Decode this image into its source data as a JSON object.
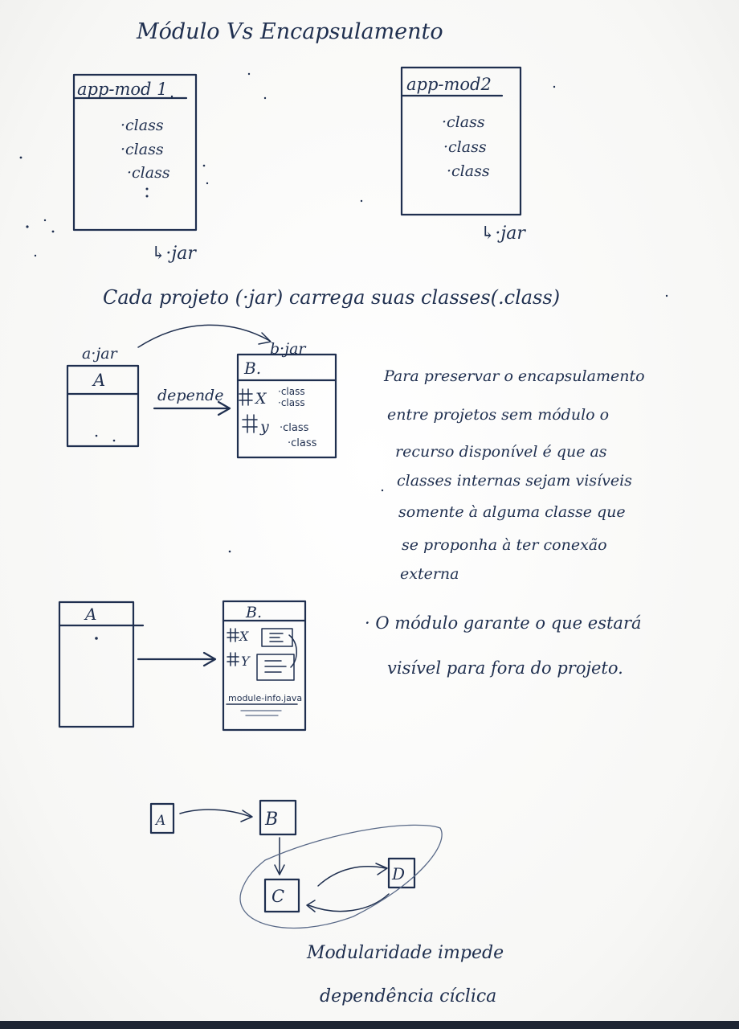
{
  "title": "Módulo Vs Encapsulamento",
  "section1": {
    "module1": {
      "header": "app-mod 1",
      "items": [
        "·class",
        "·class",
        "·class"
      ],
      "jar": "↳·jar"
    },
    "module2": {
      "header": "app-mod2",
      "items": [
        "·class",
        "·class",
        "·class"
      ],
      "jar": "↳·jar"
    },
    "caption": "Cada projeto (·jar) carrega suas classes(.class)"
  },
  "section2": {
    "a_jar": "a·jar",
    "b_jar": "b·jar",
    "box_a": "A",
    "box_b": "B.",
    "arrow_label": "depende",
    "pkg_x": "X",
    "pkg_y": "y",
    "x_classes": [
      "·class",
      "·class"
    ],
    "y_classes": [
      "·class",
      "·class"
    ],
    "note": [
      "Para preservar o encapsulamento",
      "entre projetos sem módulo o",
      "recurso disponível é que as",
      "classes internas sejam visíveis",
      "somente à alguma classe que",
      "se proponha à ter conexão",
      "externa"
    ]
  },
  "section3": {
    "box_a": "A",
    "box_b": "B.",
    "pkg_x": "X",
    "pkg_y": "Y",
    "module_info": "module-info.java",
    "note": [
      "· O módulo garante o que estará",
      "visível para fora do projeto."
    ]
  },
  "section4": {
    "nodes": [
      "A",
      "B",
      "C",
      "D"
    ],
    "caption": [
      "Modularidade impede",
      "dependência cíclica"
    ]
  }
}
